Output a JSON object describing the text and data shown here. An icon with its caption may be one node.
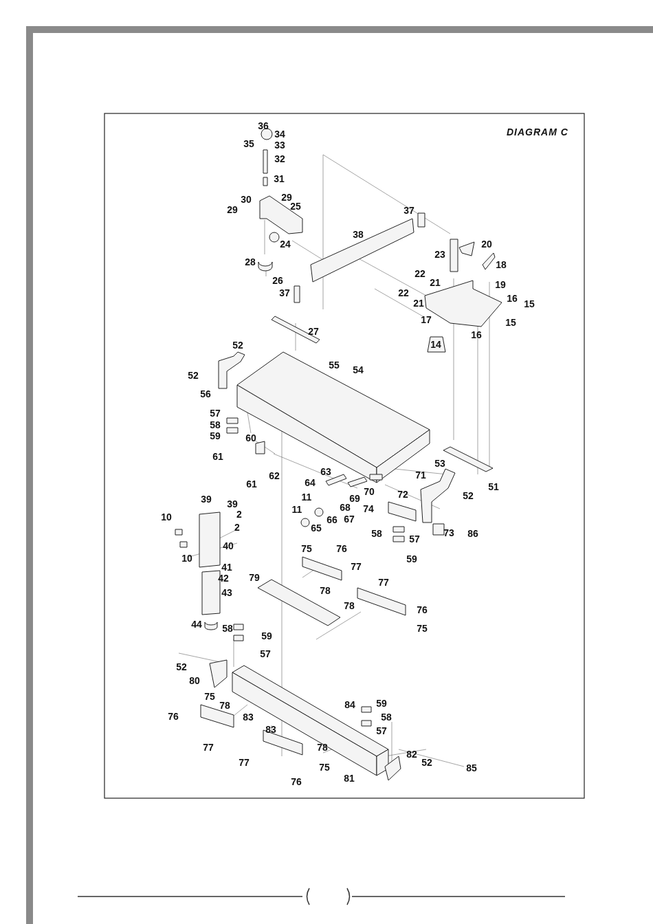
{
  "diagram": {
    "title": "DIAGRAM C",
    "labels": [
      "36",
      "34",
      "35",
      "33",
      "32",
      "31",
      "29",
      "30",
      "29",
      "25",
      "37",
      "38",
      "24",
      "20",
      "23",
      "18",
      "28",
      "26",
      "22",
      "21",
      "19",
      "37",
      "22",
      "21",
      "16",
      "15",
      "17",
      "15",
      "16",
      "27",
      "14",
      "52",
      "55",
      "54",
      "52",
      "56",
      "57",
      "58",
      "59",
      "60",
      "61",
      "53",
      "63",
      "71",
      "62",
      "61",
      "64",
      "70",
      "51",
      "52",
      "72",
      "11",
      "69",
      "39",
      "39",
      "68",
      "11",
      "74",
      "2",
      "10",
      "66",
      "67",
      "2",
      "65",
      "73",
      "86",
      "58",
      "57",
      "75",
      "76",
      "40",
      "59",
      "10",
      "77",
      "41",
      "42",
      "79",
      "77",
      "43",
      "78",
      "78",
      "76",
      "75",
      "44",
      "58",
      "59",
      "57",
      "52",
      "80",
      "75",
      "78",
      "59",
      "84",
      "76",
      "58",
      "83",
      "83",
      "57",
      "77",
      "78",
      "82",
      "52",
      "85",
      "77",
      "75",
      "81",
      "76"
    ]
  }
}
